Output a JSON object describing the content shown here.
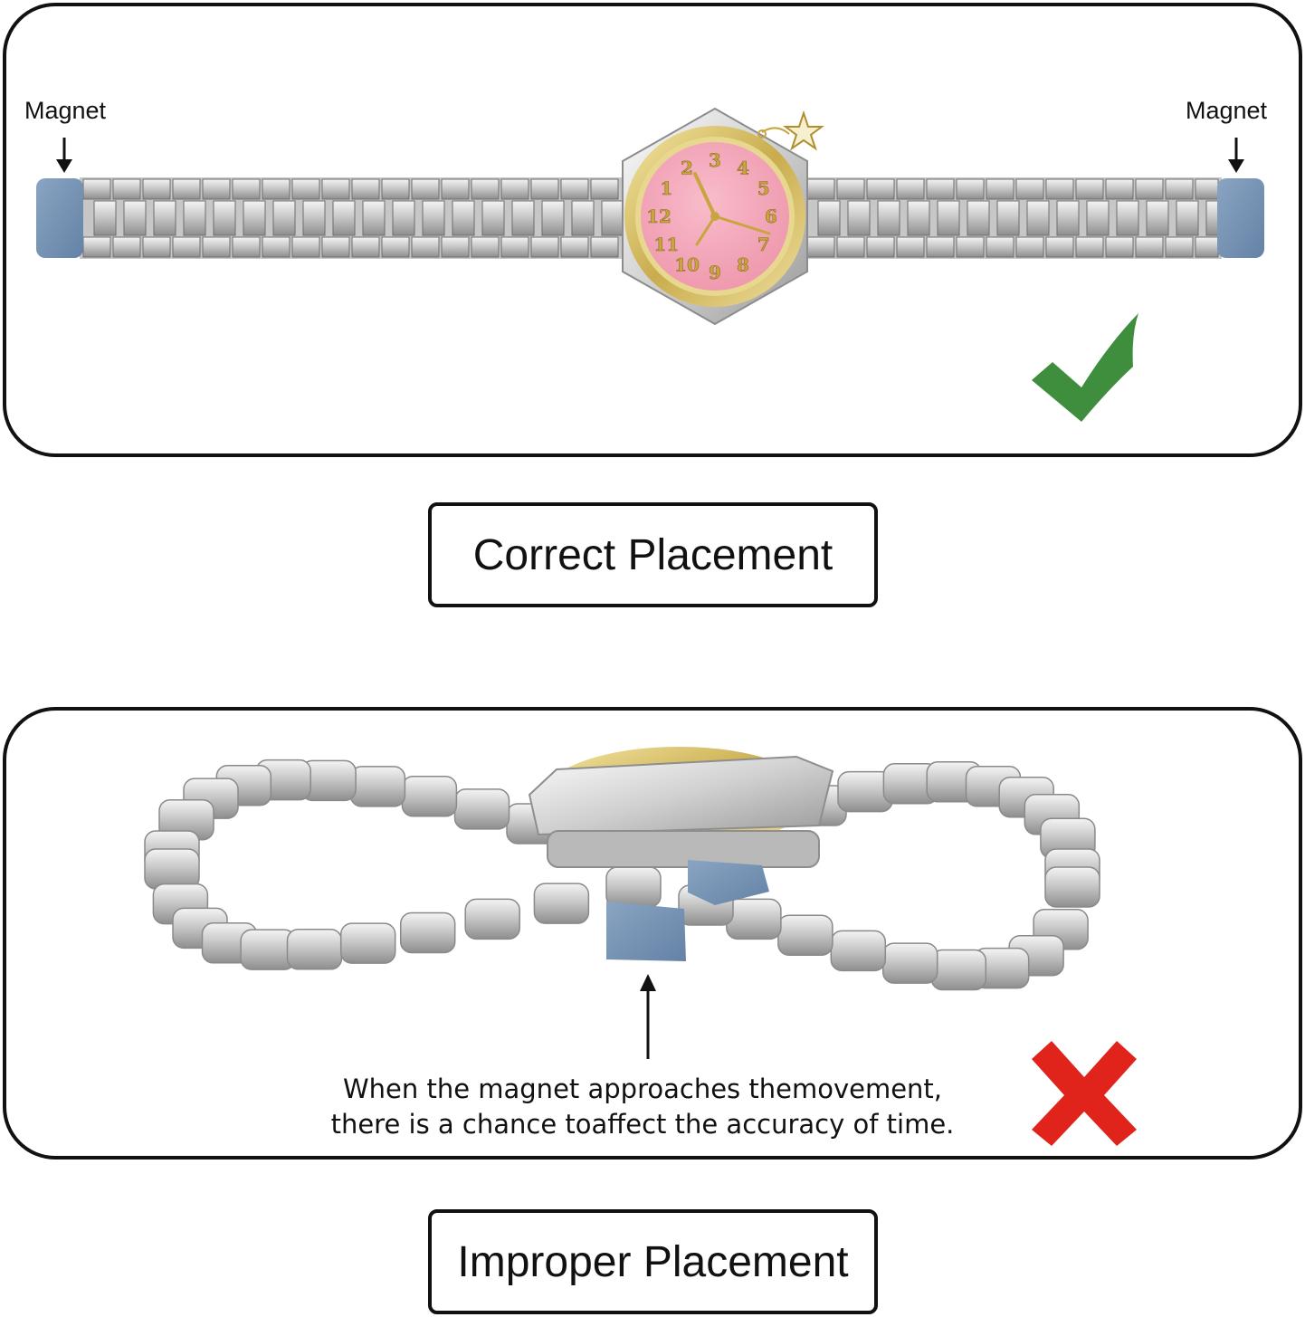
{
  "correct": {
    "magnet_left_label": "Magnet",
    "magnet_right_label": "Magnet",
    "status_icon": "checkmark-icon",
    "label": "Correct Placement"
  },
  "improper": {
    "caption_line_1": "When the magnet approaches themovement,",
    "caption_line_2": "there is a chance toaffect the accuracy of time.",
    "status_icon": "cross-icon",
    "label": "Improper Placement"
  },
  "watch": {
    "dial_numerals": [
      "12",
      "1",
      "2",
      "3",
      "4",
      "5",
      "6",
      "7",
      "8",
      "9",
      "10",
      "11"
    ]
  },
  "colors": {
    "magnet": "#7b98b8",
    "check": "#3e8e3e",
    "cross": "#e0241b",
    "dial": "#f3a5b7",
    "bezel": "#d8c36a"
  }
}
